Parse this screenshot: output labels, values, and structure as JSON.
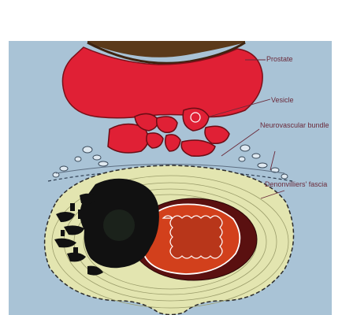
{
  "labels": {
    "prostate": "Prostate",
    "vesicle": "Vesicle",
    "neurovascular_bundle": "Neurovascular bundle",
    "denonvilliers_fascia": "Denonvilliers' fascia"
  },
  "colors": {
    "background": "#a9c3d6",
    "prostate": "#e02035",
    "rectum_wall": "#e3e5b0",
    "tumor": "#111111",
    "lumen_inner": "#d2401c",
    "dark_band": "#5a1010"
  }
}
